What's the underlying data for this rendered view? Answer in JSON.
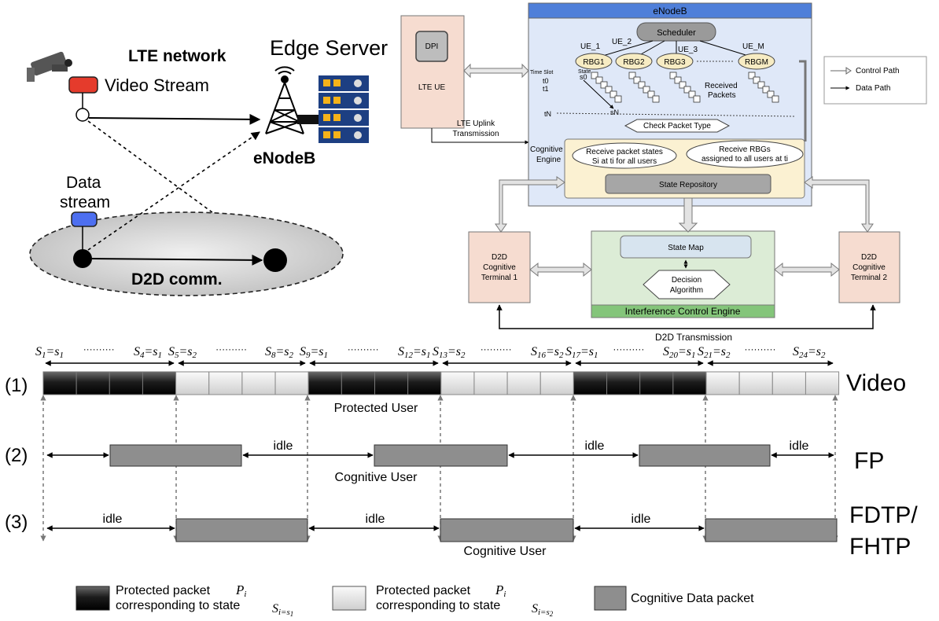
{
  "network": {
    "title": "LTE network",
    "edge_server": "Edge Server",
    "video_stream": "Video Stream",
    "enodeb": "eNodeB",
    "data_stream_1": "Data",
    "data_stream_2": "stream",
    "d2d": "D2D comm."
  },
  "arch": {
    "enodeb_title": "eNodeB",
    "scheduler": "Scheduler",
    "dpi": "DPI",
    "lte_ue": "LTE UE",
    "uplink_1": "LTE Uplink",
    "uplink_2": "Transmission",
    "ue_labels": [
      "UE_1",
      "UE_2",
      "UE_3",
      "UE_M"
    ],
    "rbg_labels": [
      "RBG1",
      "RBG2",
      "RBG3",
      "RBGM"
    ],
    "time_slot": "Time Slot",
    "state": "State",
    "t_labels": [
      "t0",
      "t1",
      "tN"
    ],
    "s_labels": [
      "s0",
      "sN"
    ],
    "received_1": "Received",
    "received_2": "Packets",
    "check": "Check  Packet Type",
    "cog_engine_1": "Cognitive",
    "cog_engine_2": "Engine",
    "recv_states_1": "Receive packet states",
    "recv_states_2": "Si at ti for all users",
    "recv_rbgs_1": "Receive RBGs",
    "recv_rbgs_2": "assigned to all users at ti",
    "state_repo": "State Repository",
    "d2d_t1": [
      "D2D",
      "Cognitive",
      "Terminal 1"
    ],
    "d2d_t2": [
      "D2D",
      "Cognitive",
      "Terminal 2"
    ],
    "state_map": "State Map",
    "decision_1": "Decision",
    "decision_2": "Algorithm",
    "ice": "Interference Control Engine",
    "d2d_tx": "D2D Transmission",
    "legend_control": "Control Path",
    "legend_data": "Data Path"
  },
  "timeline": {
    "row_numbers": [
      "(1)",
      "(2)",
      "(3)"
    ],
    "row_names": [
      "Video",
      "FP",
      "FDTP/",
      "FHTP"
    ],
    "protected_user": "Protected User",
    "cognitive_user": "Cognitive User",
    "idle": "idle",
    "state_labels": [
      {
        "a": "1",
        "b": "1"
      },
      {
        "a": "4",
        "b": "1"
      },
      {
        "a": "5",
        "b": "2"
      },
      {
        "a": "8",
        "b": "2"
      },
      {
        "a": "9",
        "b": "1"
      },
      {
        "a": "12",
        "b": "1"
      },
      {
        "a": "13",
        "b": "2"
      },
      {
        "a": "16",
        "b": "2"
      },
      {
        "a": "17",
        "b": "1"
      },
      {
        "a": "20",
        "b": "1"
      },
      {
        "a": "21",
        "b": "2"
      },
      {
        "a": "24",
        "b": "2"
      }
    ],
    "dots": "··········"
  },
  "legend": {
    "p_label": "P",
    "p_sub": "i",
    "s_label": "S",
    "s_sub_eq": "i=s",
    "protected_line1": "Protected packet",
    "protected_line2": "corresponding to state",
    "state1_sub": "1",
    "state2_sub": "2",
    "cognitive": "Cognitive Data packet"
  }
}
